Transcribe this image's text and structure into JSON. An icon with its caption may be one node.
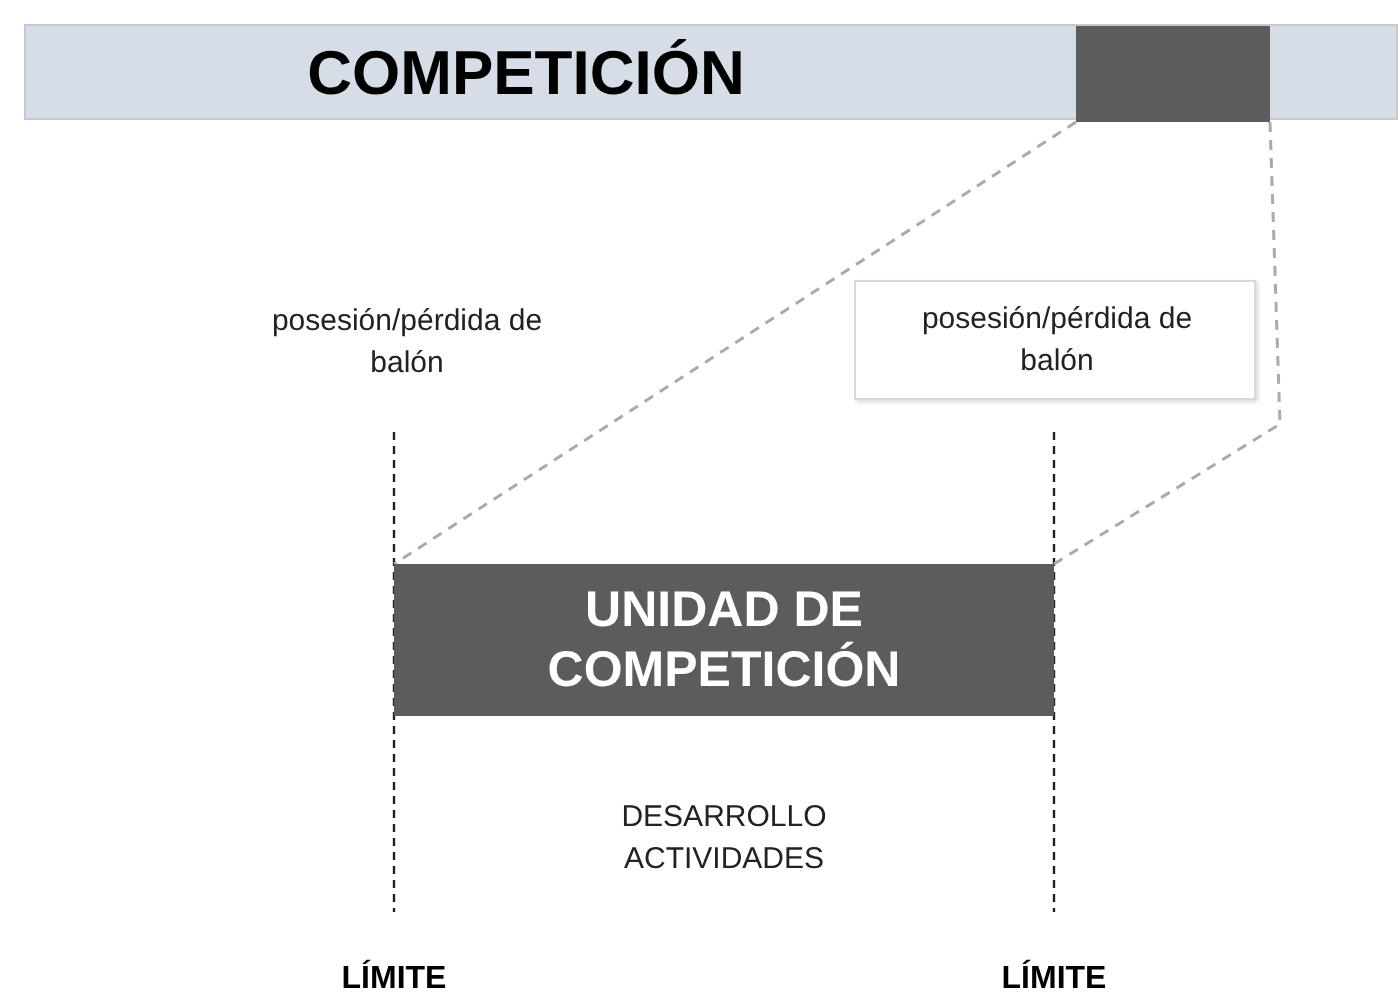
{
  "diagram": {
    "nodes": [
      {
        "text": [
          "COMPETICIÓN"
        ]
      },
      {
        "text": [],
        "shape": "box",
        "in": 0
      },
      {
        "text": [
          "UNIDAD DE COMPETICIÓN"
        ]
      },
      {
        "text": [
          "posesión/pérdida de balón"
        ]
      }
    ],
    "edges": [
      {
        "from": 1,
        "to": 2,
        "arrow": "none",
        "style": "dashed"
      },
      {
        "from": 1,
        "to": 2,
        "arrow": "none",
        "style": "dashed"
      }
    ],
    "labels": [
      "posesión/pérdida de balón",
      "DESARROLLO ACTIVIDADES",
      "LÍMITE",
      "LÍMITE"
    ]
  }
}
